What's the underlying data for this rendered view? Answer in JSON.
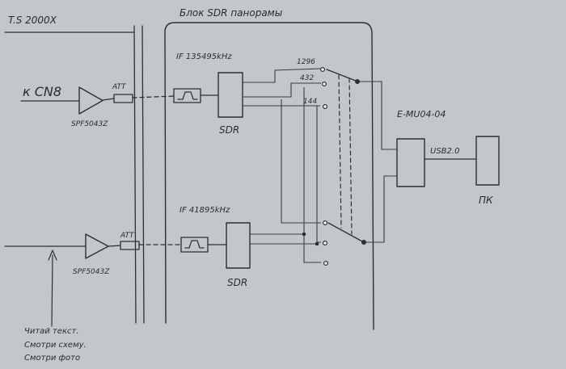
{
  "colors": {
    "paper": "#c9cbcc",
    "ink": "#2d2f36"
  },
  "labels": {
    "ts2000x": "T.S 2000X",
    "sdr_block": "Блок SDR панорамы",
    "cn8": "к CN8",
    "att_top": "ATT",
    "att_bottom": "ATT",
    "amp_top": "SPF5043Z",
    "amp_bottom": "SPF5043Z",
    "if_top": "IF 135495kHz",
    "if_bottom": "IF 41895kHz",
    "sdr_top": "SDR",
    "sdr_bottom": "SDR",
    "band_1296": "1296",
    "band_432": "432",
    "band_144": "144",
    "emu": "E-MU04-04",
    "usb": "USB2.0",
    "pc": "ПК",
    "note_1": "Читай текст.",
    "note_2": "Смотри схему.",
    "note_3": "Смотри фото"
  }
}
